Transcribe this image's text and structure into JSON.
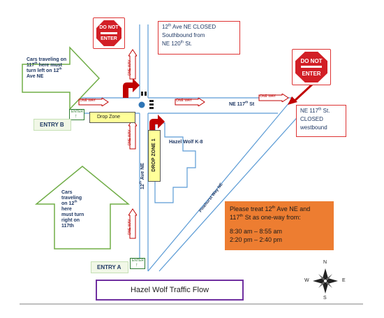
{
  "signs": {
    "do_not_enter_top": {
      "line1": "DO NOT",
      "line2": "ENTER"
    },
    "do_not_enter_right": {
      "line1": "DO NOT",
      "line2": "ENTER"
    }
  },
  "callouts": {
    "closed_12th_line1": "12",
    "closed_12th_sup1": "th",
    "closed_12th_line1b": " Ave NE CLOSED",
    "closed_12th_line2": "Southbound from",
    "closed_12th_line3a": "NE 120",
    "closed_12th_sup3": "th",
    "closed_12th_line3b": " St.",
    "closed_117_line1a": "NE 117",
    "closed_117_sup1": "th",
    "closed_117_line1b": " St.",
    "closed_117_line2": "CLOSED",
    "closed_117_line3": "westbound"
  },
  "arrows": {
    "left_turn_text1": "Cars traveling on",
    "left_turn_text2a": "117",
    "left_turn_sup2": "th",
    "left_turn_text2b": " here must",
    "left_turn_text3a": "turn left on 12",
    "left_turn_sup3": "th",
    "left_turn_text4": "Ave NE",
    "right_turn_text1": "Cars",
    "right_turn_text2": "traveling",
    "right_turn_text3a": "on 12",
    "right_turn_sup3": "th",
    "right_turn_text4": "here",
    "right_turn_text5": "must turn",
    "right_turn_text6": "right on",
    "right_turn_text7": "117th"
  },
  "one_way_label": "ONE WAY",
  "streets": {
    "ne_117a": "NE 117",
    "ne_117_sup": "th",
    "ne_117b": " St",
    "ave_12a": "12",
    "ave_12_sup": "th",
    "ave_12b": " Ave NE",
    "pinehurst": "Pinehurst Way NE"
  },
  "zones": {
    "drop_zone": "Drop Zone",
    "drop_zone_1": "DROP ZONE 1",
    "school": "Hazel Wolf K-8"
  },
  "entries": {
    "entry_b": "ENTRY B",
    "entry_a": "ENTRY A",
    "enter_sign": "ENTER"
  },
  "notice": {
    "line1a": "Please treat 12",
    "sup1": "th",
    "line1b": " Ave NE and",
    "line2a": "117",
    "sup2": "th",
    "line2b": " St as one-way from:",
    "time1": "8:30 am – 8:55 am",
    "time2": "2:20 pm – 2:40 pm"
  },
  "compass": {
    "n": "N",
    "s": "S",
    "e": "E",
    "w": "W"
  },
  "title": "Hazel Wolf Traffic Flow",
  "colors": {
    "road": "#5b9bd5",
    "arrow_red": "#c00000",
    "green": "#70ad47",
    "yellow": "#ffff99",
    "notice_orange": "#ed7d31",
    "title_border": "#7030a0"
  }
}
